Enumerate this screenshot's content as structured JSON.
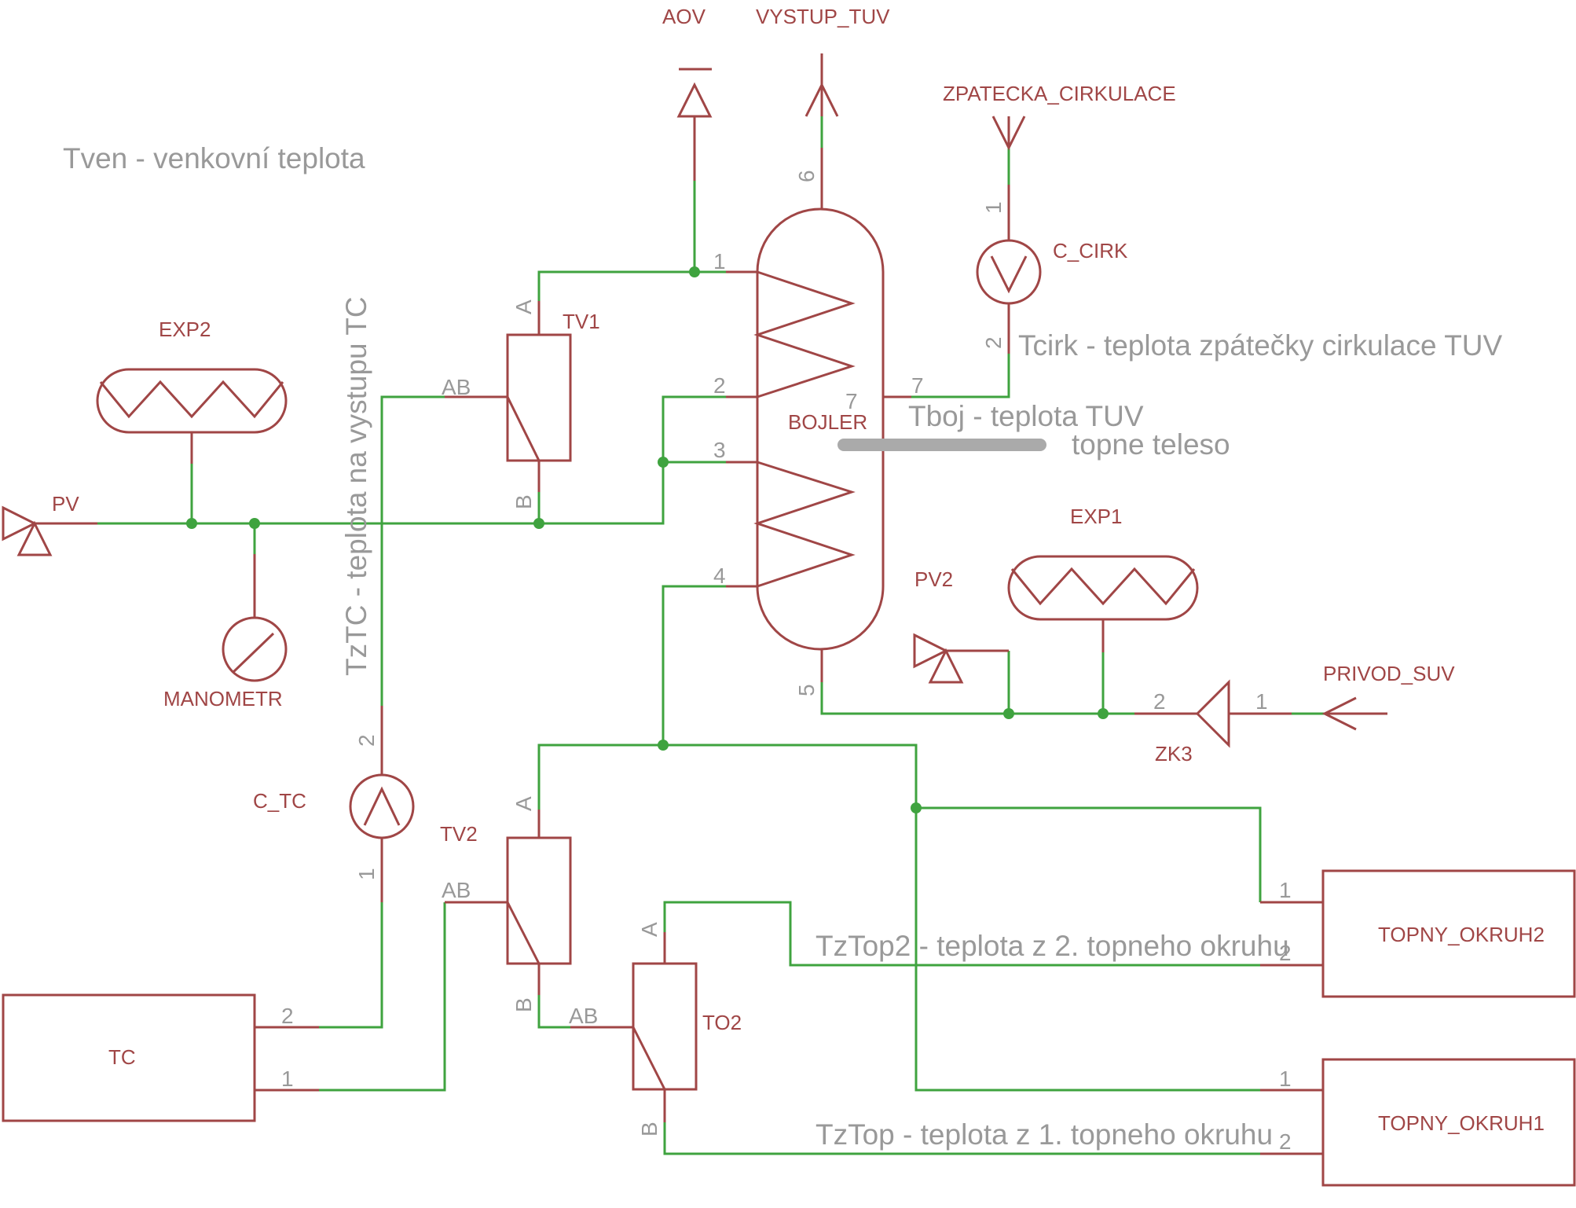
{
  "notes": {
    "tven": "Tven - venkovní teplota",
    "tztc": "TzTC - teplota na vystupu TC",
    "tcirk": "Tcirk - teplota zpátečky cirkulace TUV",
    "tboj": "Tboj - teplota TUV",
    "topne_teleso": "topne teleso",
    "tztop2": "TzTop2 - teplota z 2. topneho okruhu",
    "tztop": "TzTop - teplota z 1. topneho okruhu"
  },
  "parts": {
    "aov": "AOV",
    "vystup_tuv": "VYSTUP_TUV",
    "zpatecka_cirkulace": "ZPATECKA_CIRKULACE",
    "c_cirk": "C_CIRK",
    "exp2": "EXP2",
    "tv1": "TV1",
    "pv": "PV",
    "manometr": "MANOMETR",
    "bojler": "BOJLER",
    "exp1": "EXP1",
    "pv2": "PV2",
    "privod_suv": "PRIVOD_SUV",
    "zk3": "ZK3",
    "c_tc": "C_TC",
    "tv2": "TV2",
    "tc": "TC",
    "to2": "TO2",
    "topny_okruh2": "TOPNY_OKRUH2",
    "topny_okruh1": "TOPNY_OKRUH1"
  },
  "pins": {
    "one": "1",
    "two": "2",
    "three": "3",
    "four": "4",
    "five": "5",
    "six": "6",
    "seven": "7",
    "a": "A",
    "b": "B",
    "ab": "AB"
  }
}
